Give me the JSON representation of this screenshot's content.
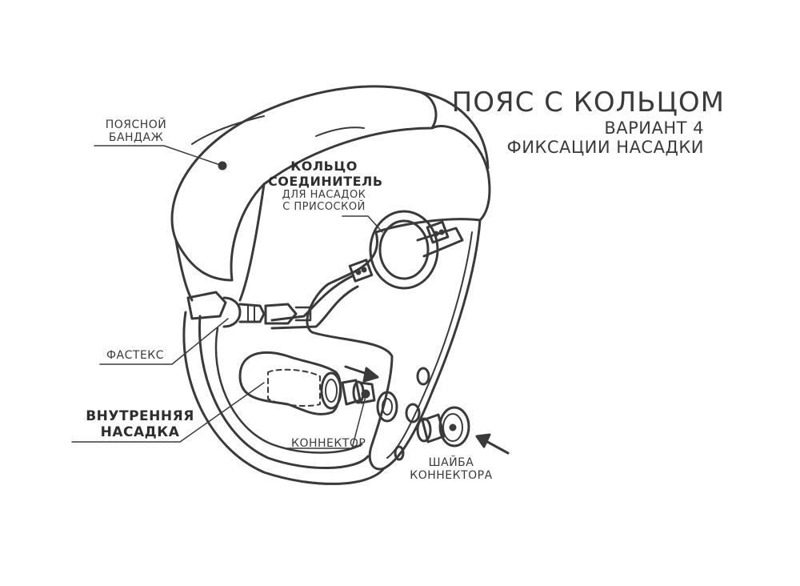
{
  "title": {
    "line1": "ПОЯС С КОЛЬЦОМ",
    "line2": "ВАРИАНТ 4",
    "line3": "ФИКСАЦИИ НАСАДКИ"
  },
  "labels": {
    "waist_line1": "ПОЯСНОЙ",
    "waist_line2": "БАНДАЖ",
    "ring_line1": "КОЛЬЦО",
    "ring_line2": "СОЕДИНИТЕЛЬ",
    "ring_line3": "ДЛЯ НАСАДОК",
    "ring_line4": "С ПРИСОСКОЙ",
    "fastex": "ФАСТЕКС",
    "inner_line1": "ВНУТРЕННЯЯ",
    "inner_line2": "НАСАДКА",
    "connector": "КОННЕКТОР",
    "washer_line1": "ШАЙБА",
    "washer_line2": "КОННЕКТОРА"
  },
  "colors": {
    "ink": "#3a3a3a",
    "background": "#ffffff"
  }
}
